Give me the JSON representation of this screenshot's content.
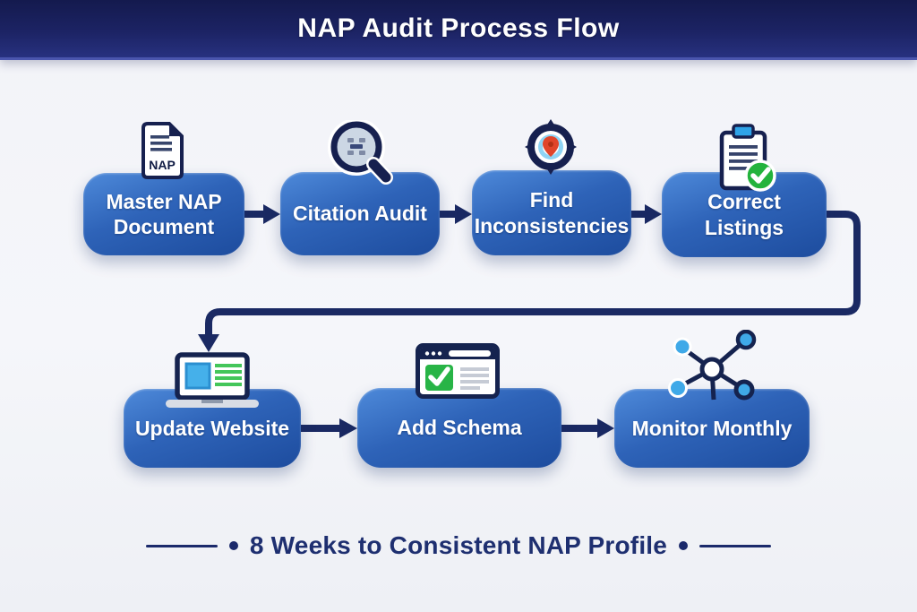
{
  "header": {
    "title": "NAP Audit Process Flow"
  },
  "flow": {
    "row1": [
      {
        "label": "Master NAP Document",
        "icon": "nap-document-icon"
      },
      {
        "label": "Citation Audit",
        "icon": "magnifier-icon"
      },
      {
        "label": "Find Inconsistencies",
        "icon": "target-pin-icon"
      },
      {
        "label": "Correct Listings",
        "icon": "clipboard-check-icon"
      }
    ],
    "row2": [
      {
        "label": "Update Website",
        "icon": "laptop-icon"
      },
      {
        "label": "Add Schema",
        "icon": "browser-check-icon"
      },
      {
        "label": "Monitor Monthly",
        "icon": "network-icon"
      }
    ]
  },
  "icons": {
    "nap_doc_label": "NAP"
  },
  "footer": {
    "tagline": "8 Weeks to Consistent NAP Profile"
  },
  "colors": {
    "header_navy": "#1c2364",
    "box_blue_light": "#4e8ada",
    "box_blue_dark": "#1d4c9e",
    "connector_navy": "#1a2963",
    "tagline_navy": "#1e2f70",
    "accent_green": "#27b43e",
    "accent_light_blue": "#3fa9e8",
    "pin_red": "#e0452a",
    "background": "#f3f4f8"
  }
}
